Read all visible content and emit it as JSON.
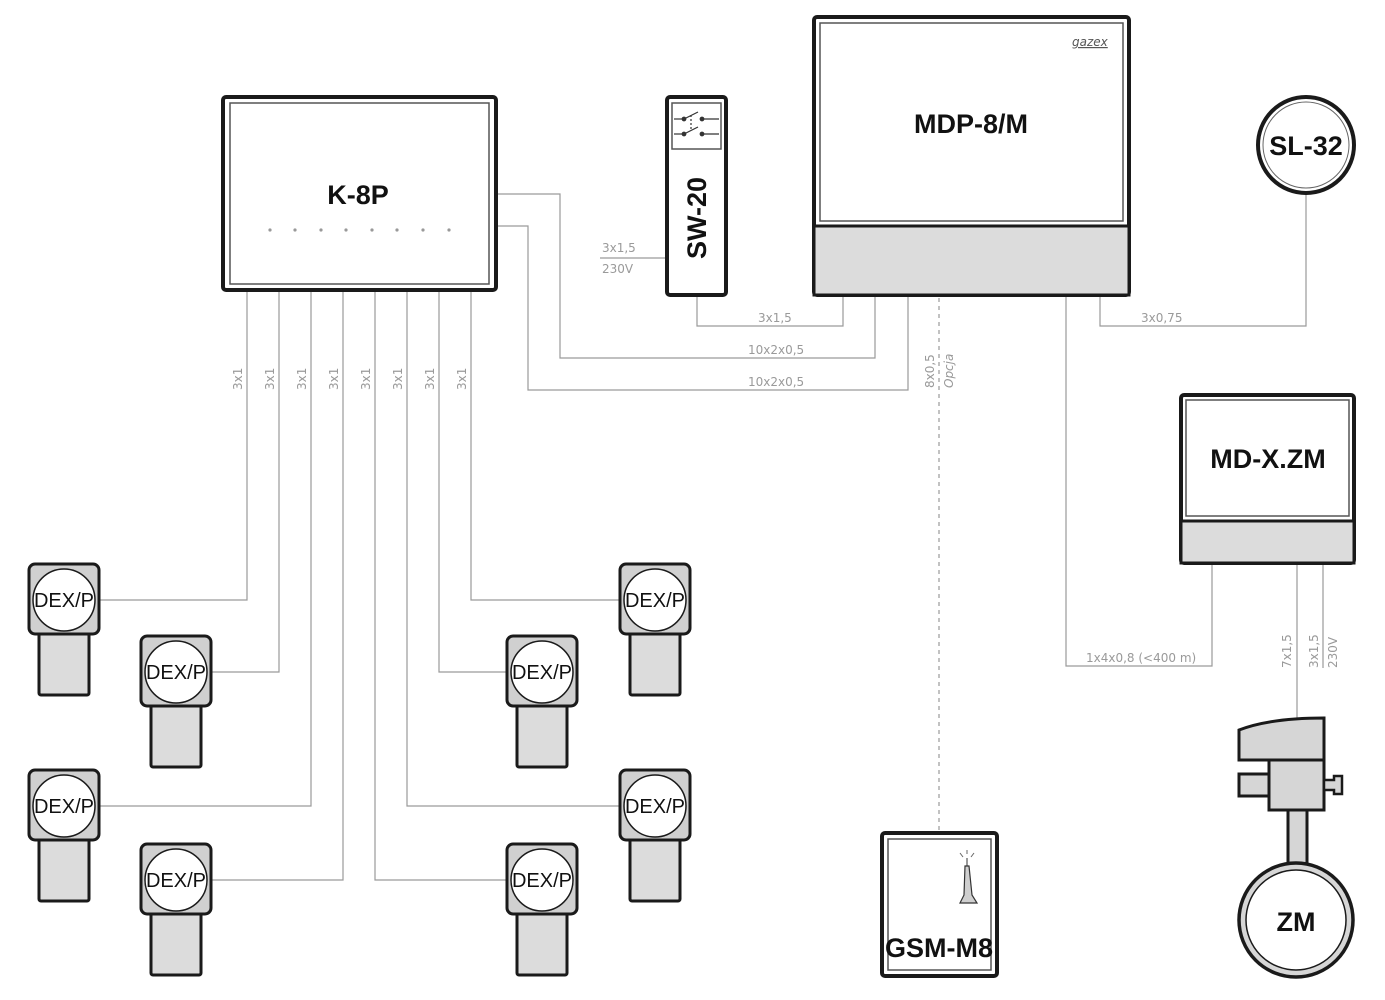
{
  "brand": "gazex",
  "devices": {
    "k8p": "K-8P",
    "sw20": "SW-20",
    "mdp": "MDP-8/M",
    "sl32": "SL-32",
    "mdx": "MD-X.ZM",
    "gsm": "GSM-M8",
    "zm": "ZM",
    "detector": "DEX/P"
  },
  "cables": {
    "k8p_out": [
      "3x1",
      "3x1",
      "3x1",
      "3x1",
      "3x1",
      "3x1",
      "3x1",
      "3x1"
    ],
    "power_in": "3x1,5",
    "power_in_voltage": "230V",
    "sw_to_mdp": "3x1,5",
    "bus_1": "10x2x0,5",
    "bus_2": "10x2x0,5",
    "gsm_cable": "8x0,5",
    "gsm_option": "Opcja",
    "mdp_to_sl": "3x0,75",
    "mdp_to_mdx": "1x4x0,8 (<400 m)",
    "mdx_to_zm": "7x1,5",
    "mdx_power": "3x1,5",
    "mdx_power_voltage": "230V"
  },
  "detectors": [
    {
      "id": "det-1",
      "label": "DEX/P"
    },
    {
      "id": "det-2",
      "label": "DEX/P"
    },
    {
      "id": "det-3",
      "label": "DEX/P"
    },
    {
      "id": "det-4",
      "label": "DEX/P"
    },
    {
      "id": "det-5",
      "label": "DEX/P"
    },
    {
      "id": "det-6",
      "label": "DEX/P"
    },
    {
      "id": "det-7",
      "label": "DEX/P"
    },
    {
      "id": "det-8",
      "label": "DEX/P"
    }
  ]
}
